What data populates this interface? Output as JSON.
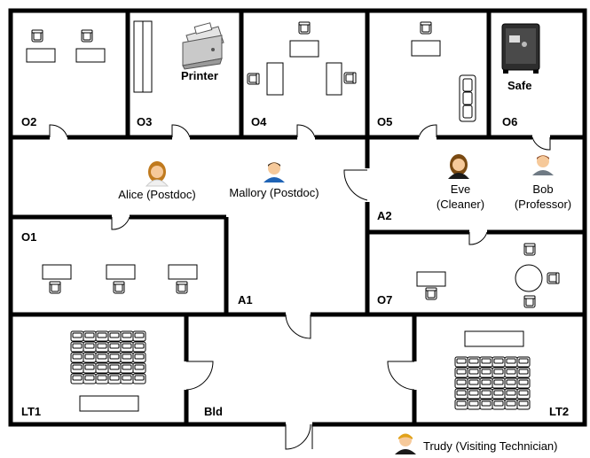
{
  "rooms": {
    "o2": "O2",
    "o3": "O3",
    "o4": "O4",
    "o5": "O5",
    "o6": "O6",
    "o1": "O1",
    "a1": "A1",
    "a2": "A2",
    "o7": "O7",
    "lt1": "LT1",
    "bld": "Bld",
    "lt2": "LT2"
  },
  "devices": {
    "printer": "Printer",
    "safe": "Safe"
  },
  "people": {
    "alice": "Alice (Postdoc)",
    "mallory": "Mallory (Postdoc)",
    "eve_line1": "Eve",
    "eve_line2": "(Cleaner)",
    "bob_line1": "Bob",
    "bob_line2": "(Professor)",
    "trudy": "Trudy (Visiting Technician)"
  },
  "colors": {
    "wall": "#000000",
    "skin": "#f6c99a",
    "hair_female": "#c07a1e",
    "hair_male": "#3a2a1a",
    "shirt_blue": "#1f63b5",
    "shirt_gray": "#6f7a84",
    "safe_dark": "#2d2d2d",
    "printer_gray": "#c9c9c9"
  }
}
